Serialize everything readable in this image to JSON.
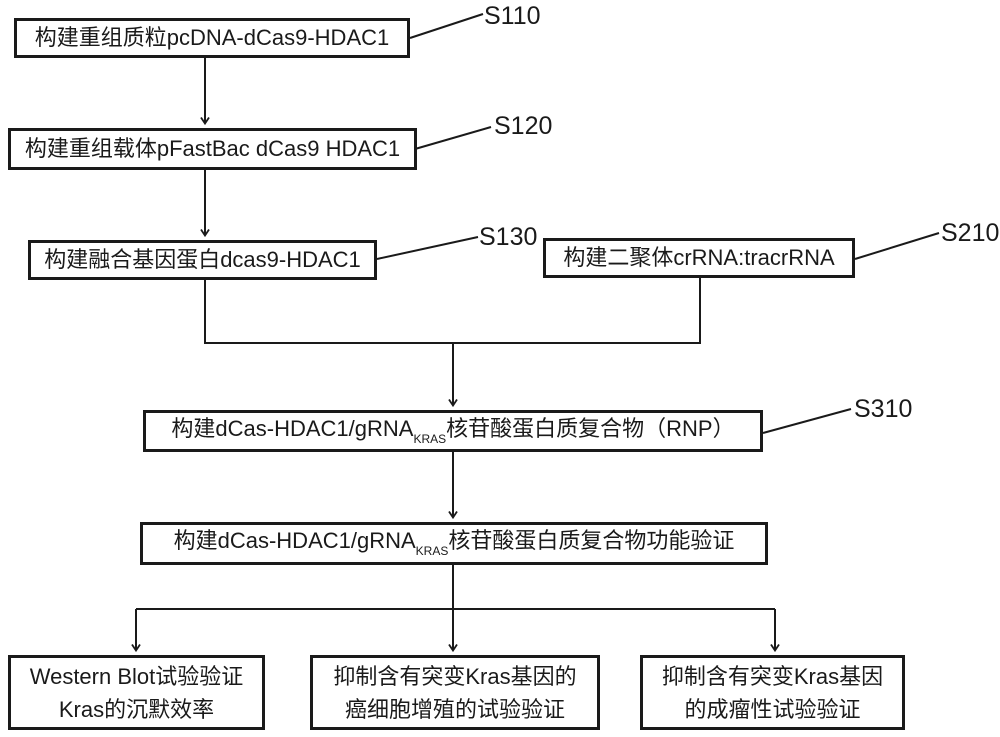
{
  "figure": {
    "background_color": "#ffffff",
    "line_color": "#1a1a1a"
  },
  "boxes": {
    "s110": {
      "label": "构建重组质粒pcDNA-dCas9-HDAC1"
    },
    "s120": {
      "label": "构建重组载体pFastBac dCas9 HDAC1"
    },
    "s130": {
      "label": "构建融合基因蛋白dcas9-HDAC1"
    },
    "s210": {
      "label": "构建二聚体crRNA:tracrRNA"
    },
    "s310": {
      "prefix": "构建dCas-HDAC1/gRNA",
      "subscript": "KRAS",
      "suffix": "核苷酸蛋白质复合物（RNP）"
    },
    "func": {
      "prefix": "构建dCas-HDAC1/gRNA",
      "subscript": "KRAS",
      "suffix": "核苷酸蛋白质复合物功能验证"
    },
    "western": {
      "line1": "Western Blot试验验证",
      "line2": "Kras的沉默效率"
    },
    "prolif": {
      "line1": "抑制含有突变Kras基因的",
      "line2": "癌细胞增殖的试验验证"
    },
    "tumor": {
      "line1": "抑制含有突变Kras基因",
      "line2": "的成瘤性试验验证"
    }
  },
  "step_labels": {
    "s110": "S110",
    "s120": "S120",
    "s130": "S130",
    "s210": "S210",
    "s310": "S310"
  }
}
